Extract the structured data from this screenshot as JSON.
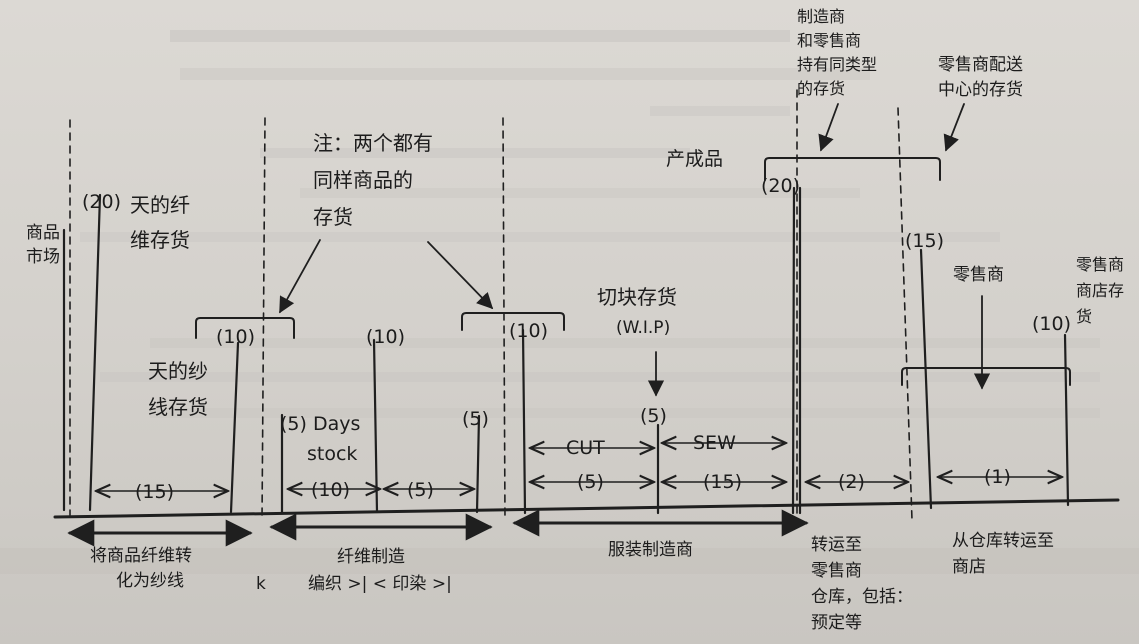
{
  "labels": {
    "commodity_market": [
      "商品",
      "市场"
    ],
    "fiber_days": "(20)",
    "fiber_stock": [
      "天的纤",
      "维存货"
    ],
    "note": [
      "注：两个都有",
      "同样商品的",
      "存货"
    ],
    "yarn_brace_days": "(10)",
    "yarn_stock": [
      "天的纱",
      "线存货"
    ],
    "mid_days_1": "(10)",
    "days_5a": "(5) Days",
    "stock": "stock",
    "days_5b": "(5)",
    "fabric_brace_days": "(10)",
    "cut_pieces": "切块存货",
    "wip": "(W.I.P)",
    "wip_days": "(5)",
    "cut": "CUT",
    "sew": "SEW",
    "finished_goods": "产成品",
    "finished_days": "(20)",
    "same_type": [
      "制造商",
      "和零售商",
      "持有同类型",
      "的存货"
    ],
    "dc_stock": [
      "零售商配送",
      "中心的存货"
    ],
    "dc_days": "(15)",
    "retailer": "零售商",
    "store_stock": [
      "零售商",
      "商店存",
      "货"
    ],
    "store_days": "(10)"
  },
  "intervals": {
    "spinning": "(15)",
    "knit": "(10)",
    "dye": "(5)",
    "cut": "(5)",
    "sew": "(15)",
    "to_dc": "(2)",
    "to_store": "(1)"
  },
  "stages": {
    "spinning": [
      "将商品纤维转",
      "化为纱线"
    ],
    "fiber_mfg": "纤维制造",
    "fiber_marker": "k",
    "knit_dye": "编织 >| <  印染 >|",
    "garment_mfg": "服装制造商",
    "to_dc": [
      "转运至",
      "零售商",
      "仓库，包括：",
      "预定等"
    ],
    "to_store": [
      "从仓库转运至",
      "商店"
    ]
  },
  "colors": {
    "ink": "#1f1f1f",
    "paper": "#d9d6d1"
  }
}
